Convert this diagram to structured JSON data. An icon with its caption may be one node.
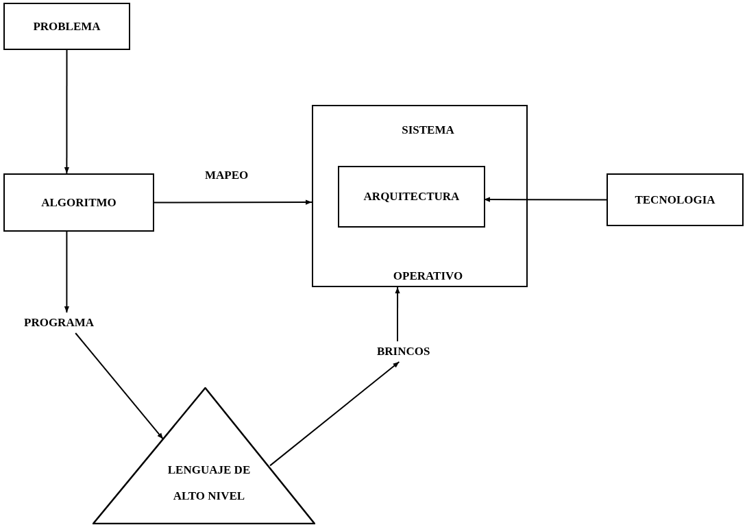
{
  "diagram": {
    "nodes": [
      {
        "text": [
          "PROBLEMA"
        ]
      },
      {
        "text": [
          "ALGORITMO"
        ]
      },
      {
        "text": [
          "SISTEMA",
          "OPERATIVO"
        ]
      },
      {
        "text": [
          "ARQUITECTURA"
        ],
        "in": 2
      },
      {
        "text": [
          "TECNOLOGIA"
        ]
      },
      {
        "text": [
          "PROGRAMA"
        ]
      },
      {
        "text": [
          "LENGUAJE DE ALTO NIVEL"
        ]
      },
      {
        "text": [
          "BRINCOS"
        ]
      }
    ],
    "edges": [
      {
        "from": 0,
        "to": 1,
        "arrow": "to"
      },
      {
        "from": 1,
        "to": 2,
        "arrow": "to",
        "label": "MAPEO"
      },
      {
        "from": 4,
        "to": 3,
        "arrow": "to"
      },
      {
        "from": 1,
        "to": 5,
        "arrow": "to"
      },
      {
        "from": 5,
        "to": 6,
        "arrow": "to"
      },
      {
        "from": 6,
        "to": 7,
        "arrow": "to"
      },
      {
        "from": 7,
        "to": 2,
        "arrow": "to"
      }
    ]
  }
}
